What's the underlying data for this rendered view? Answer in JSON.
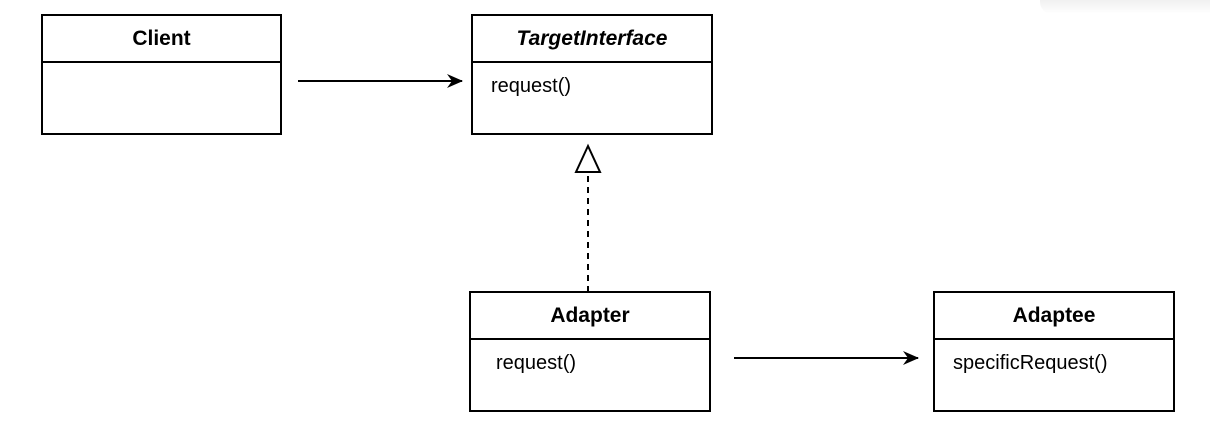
{
  "classes": {
    "client": {
      "name": "Client",
      "methods": ""
    },
    "target_interface": {
      "name": "TargetInterface",
      "methods": "request()"
    },
    "adapter": {
      "name": "Adapter",
      "methods": "request()"
    },
    "adaptee": {
      "name": "Adaptee",
      "methods": "specificRequest()"
    }
  },
  "relationships": [
    {
      "from": "Client",
      "to": "TargetInterface",
      "kind": "association"
    },
    {
      "from": "Adapter",
      "to": "TargetInterface",
      "kind": "realization"
    },
    {
      "from": "Adapter",
      "to": "Adaptee",
      "kind": "association"
    }
  ]
}
